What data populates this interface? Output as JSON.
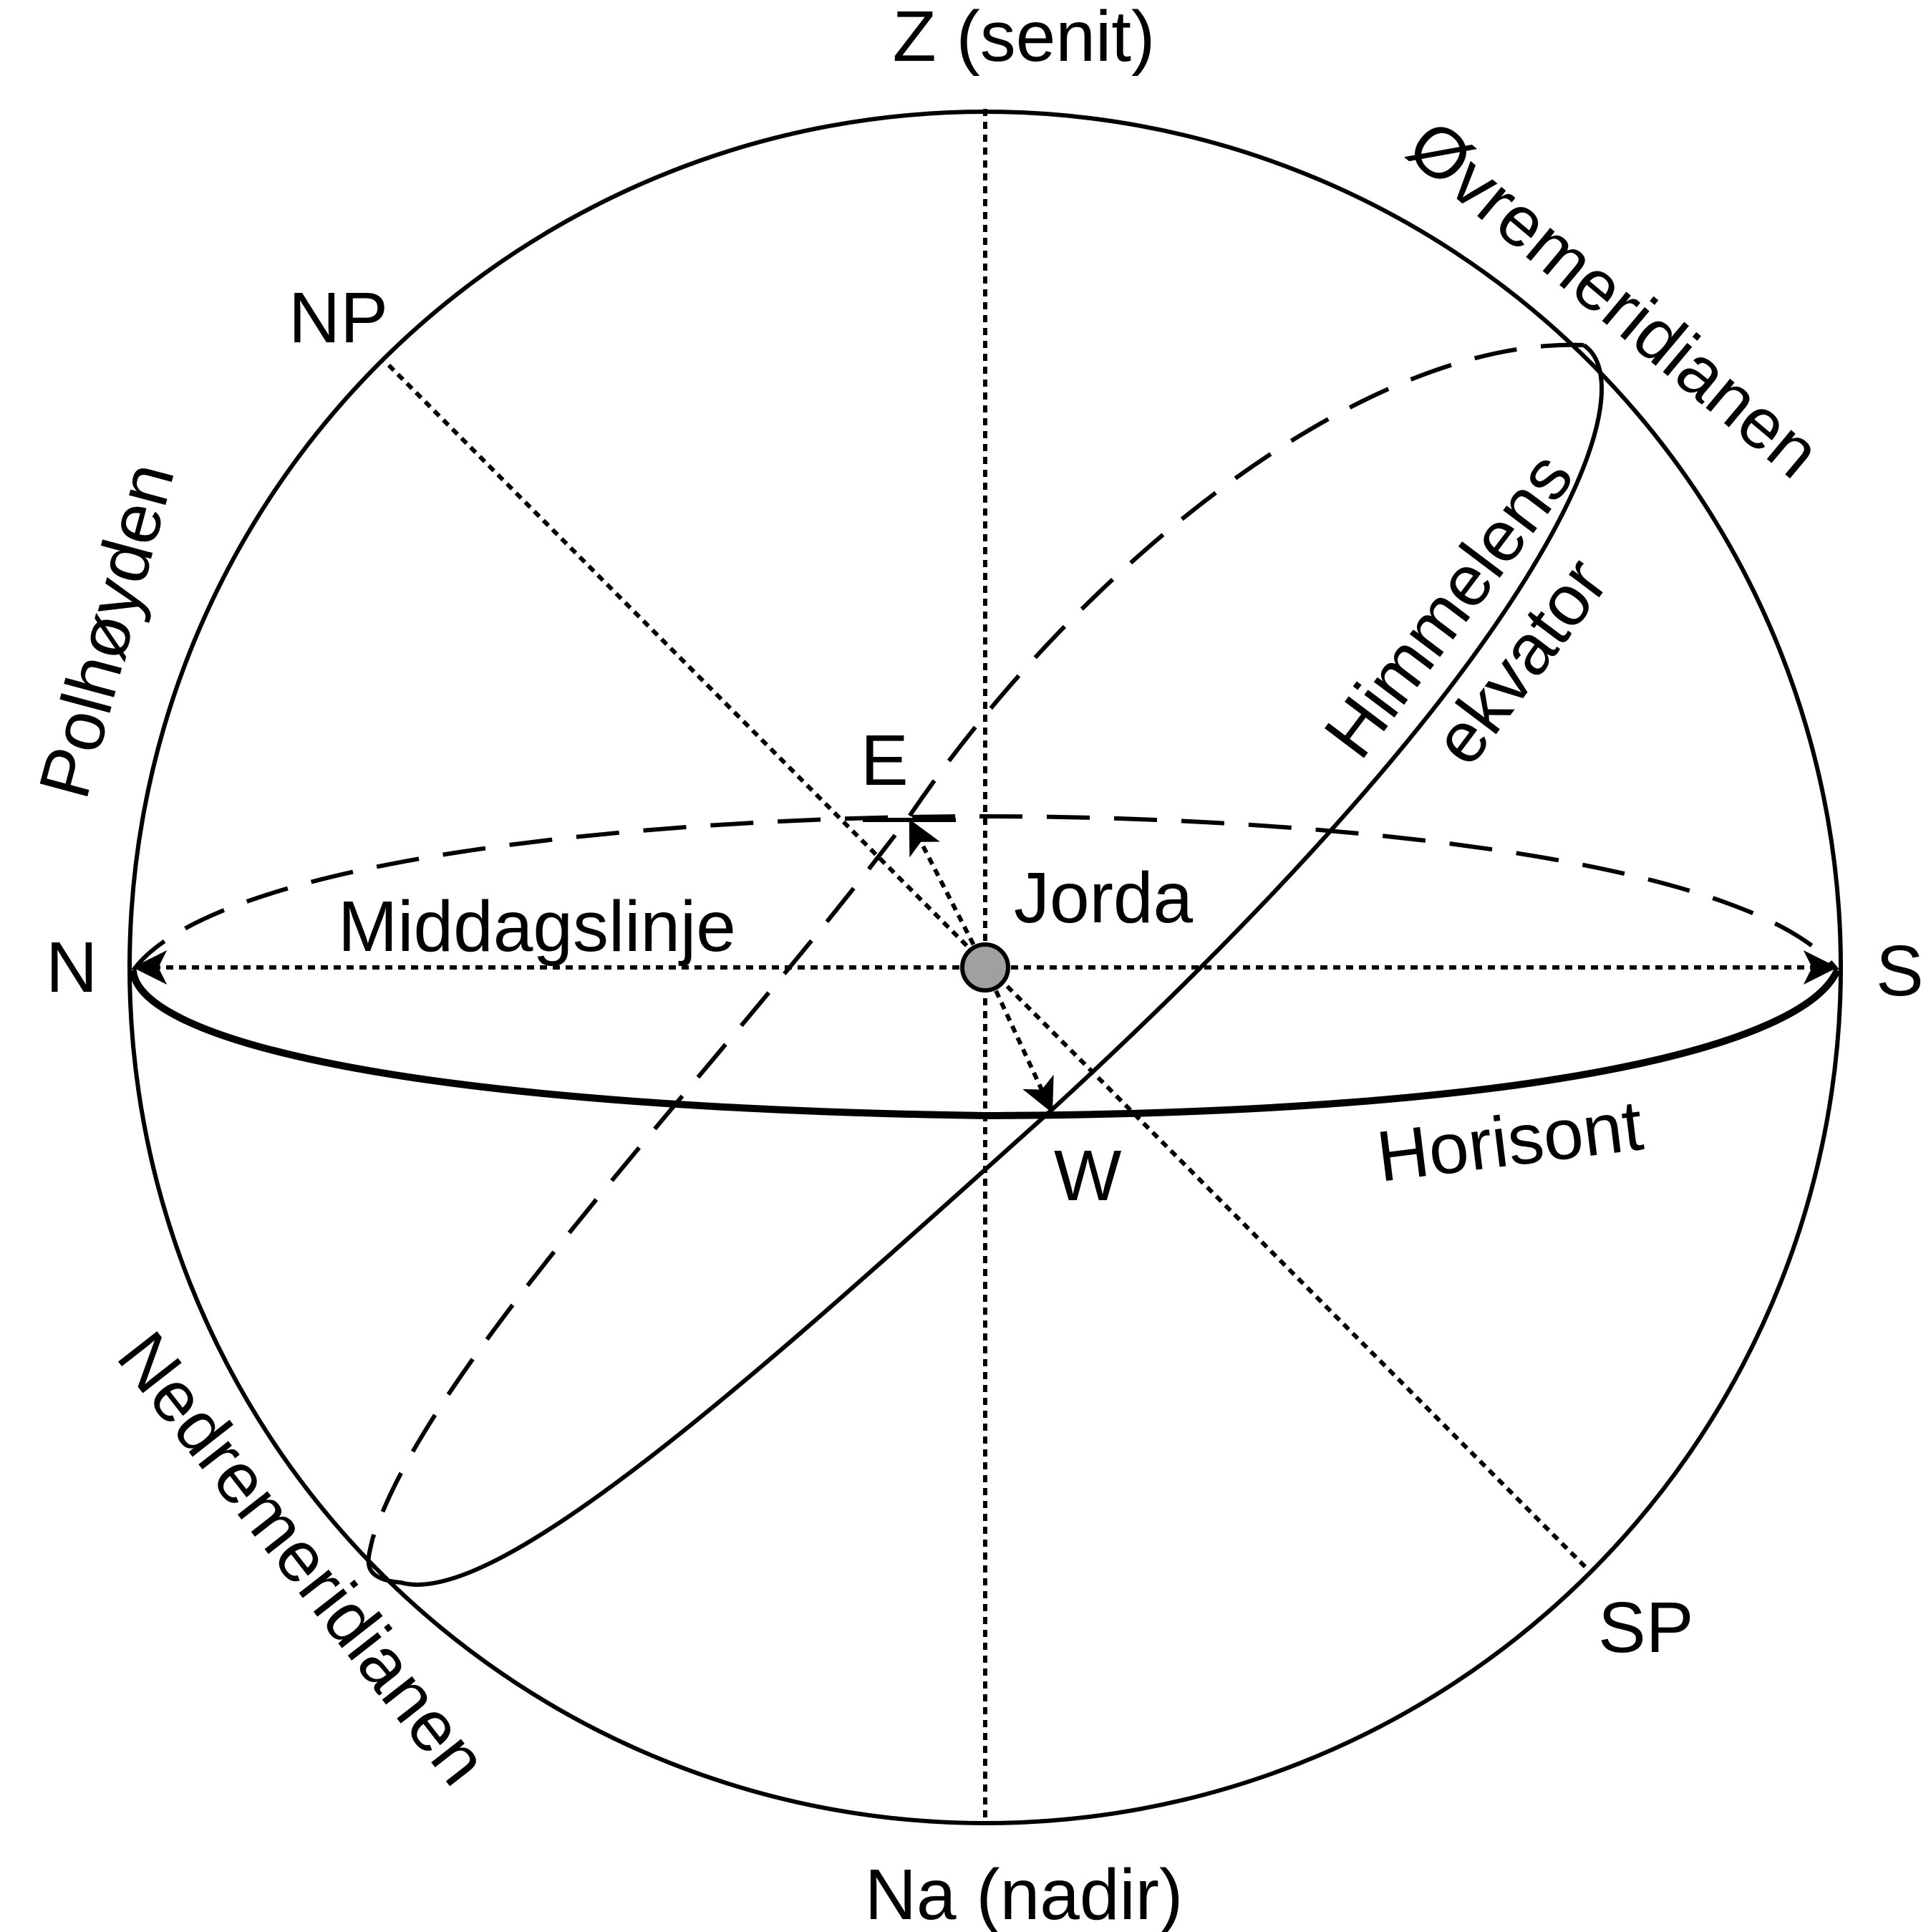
{
  "colors": {
    "ink": "#000000",
    "background": "#ffffff",
    "earth_fill": "#a0a0a0"
  },
  "labels": {
    "zenith": "Z (senit)",
    "nadir": "Na (nadir)",
    "north_pole": "NP",
    "south_pole": "SP",
    "north": "N",
    "south": "S",
    "east": "E",
    "west": "W",
    "earth": "Jorda",
    "noon_line": "Middagslinje",
    "horizon": "Horisont",
    "pole_height": "Polhøyden",
    "upper_meridian": "Øvremeridianen",
    "lower_meridian": "Nedremeridianen",
    "celestial_equator_line1": "Himmelens",
    "celestial_equator_line2": "ekvator"
  }
}
